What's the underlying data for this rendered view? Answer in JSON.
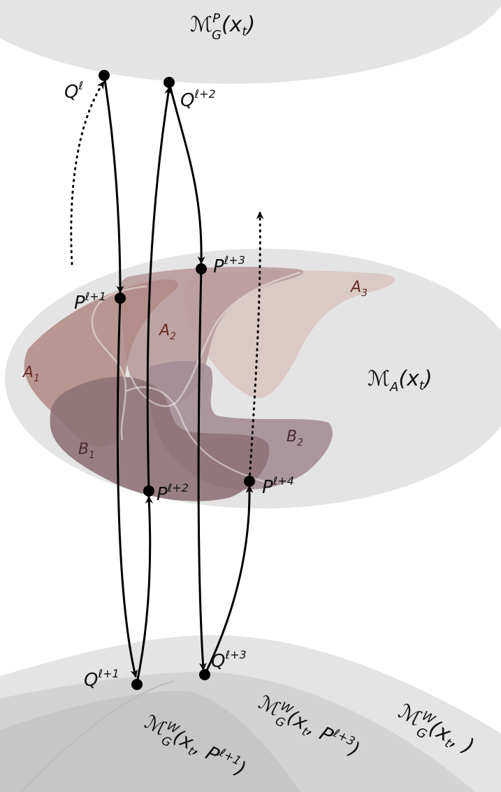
{
  "labels": {
    "manifold_top": {
      "base": "ℳ",
      "sup": "P",
      "sub": "G",
      "arg": "(x",
      "argsub": "t",
      "close": ")"
    },
    "manifold_mid": {
      "base": "ℳ",
      "sub": "A",
      "arg": "(x",
      "argsub": "t",
      "close": ")"
    },
    "manifold_bot_outer": {
      "base": "ℳ",
      "sup": "W",
      "sub": "G",
      "arg": "(x",
      "argsub": "t",
      "close": ", )"
    },
    "manifold_bot_mid": {
      "base": "ℳ",
      "sup": "W",
      "sub": "G",
      "arg": "(x",
      "argsub": "t",
      "mid": ", P",
      "midsup": "ℓ+3",
      "close": ")"
    },
    "manifold_bot_inner": {
      "base": "ℳ",
      "sup": "W",
      "sub": "G",
      "arg": "(x",
      "argsub": "t",
      "mid": ", P",
      "midsup": "ℓ+1",
      "close": ")"
    }
  },
  "regions": {
    "A1": {
      "base": "A",
      "sub": "1"
    },
    "A2": {
      "base": "A",
      "sub": "2"
    },
    "A3": {
      "base": "A",
      "sub": "3"
    },
    "B1": {
      "base": "B",
      "sub": "1"
    },
    "B2": {
      "base": "B",
      "sub": "2"
    }
  },
  "points": {
    "Q_l": {
      "base": "Q",
      "sup": "ℓ"
    },
    "Q_l2": {
      "base": "Q",
      "sup": "ℓ+2"
    },
    "P_l1": {
      "base": "P",
      "sup": "ℓ+1"
    },
    "P_l3": {
      "base": "P",
      "sup": "ℓ+3"
    },
    "P_l2": {
      "base": "P",
      "sup": "ℓ+2"
    },
    "P_l4": {
      "base": "P",
      "sup": "ℓ+4"
    },
    "Q_l1": {
      "base": "Q",
      "sup": "ℓ+1"
    },
    "Q_l3": {
      "base": "Q",
      "sup": "ℓ+3"
    }
  },
  "colors": {
    "manifold_light": "#e4e4e4",
    "manifold_mid": "#d3d3d3",
    "manifold_dark": "#c3c3c3",
    "A1": "#b08a84",
    "A2": "#b7989a",
    "A3": "#d8c4bf",
    "B1": "#8f7278",
    "B2": "#a48d96",
    "region_label": "#6b2a22",
    "region_label_b": "#4a2a30"
  }
}
